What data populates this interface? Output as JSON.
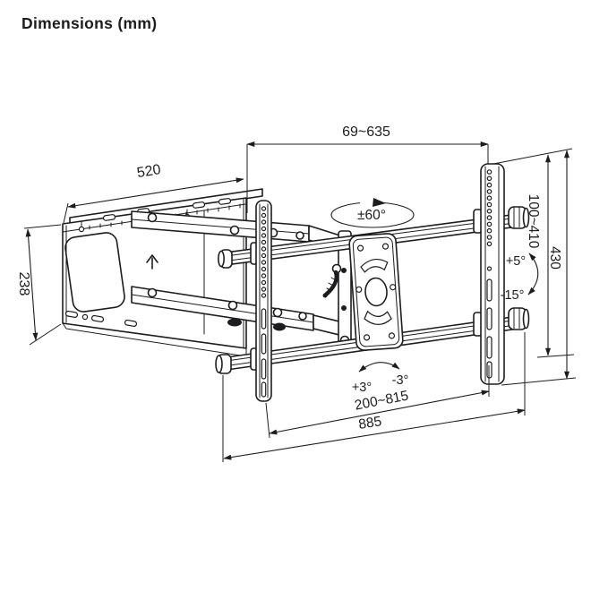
{
  "title": "Dimensions (mm)",
  "colors": {
    "ink": "#1d1d1f",
    "background": "#ffffff"
  },
  "labels": {
    "arm_extension": "69~635",
    "wall_plate_width": "520",
    "wall_plate_height": "238",
    "swivel": "±60°",
    "bracket_slide_range": "100~410",
    "bracket_height": "430",
    "tilt_up": "+5°",
    "tilt_down": "-15°",
    "level_left": "+3°",
    "level_right": "-3°",
    "bracket_spacing": "200~815",
    "rail_length": "885"
  }
}
